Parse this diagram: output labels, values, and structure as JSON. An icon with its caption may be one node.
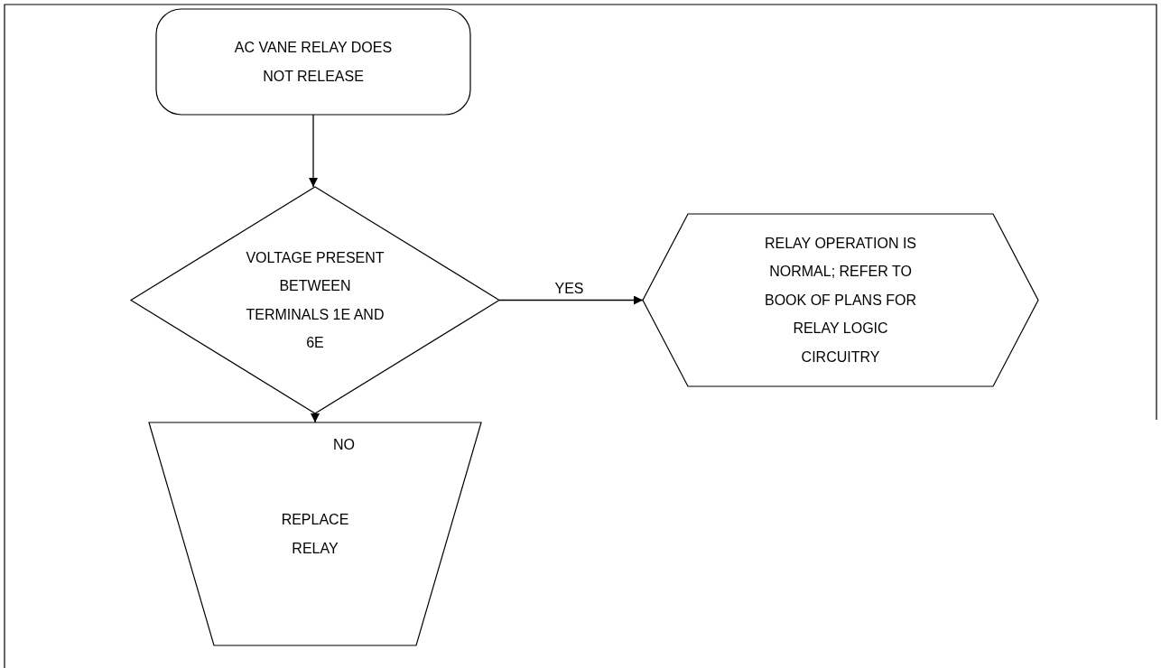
{
  "diagram": {
    "nodes": [
      {
        "text": [
          "AC VANE RELAY DOES NOT RELEASE"
        ]
      },
      {
        "text": [
          "VOLTAGE PRESENT BETWEEN TERMINALS 1E AND 6E"
        ]
      },
      {
        "text": [
          "RELAY OPERATION IS NORMAL; REFER TO BOOK OF PLANS FOR RELAY LOGIC CIRCUITRY"
        ]
      },
      {
        "text": [
          "REPLACE RELAY"
        ]
      }
    ],
    "edges": [
      {
        "from": 0,
        "to": 1,
        "arrow": "to"
      },
      {
        "from": 1,
        "to": 2,
        "arrow": "to",
        "label": "YES"
      },
      {
        "from": 1,
        "to": 3,
        "arrow": "to",
        "label": "NO"
      }
    ]
  }
}
